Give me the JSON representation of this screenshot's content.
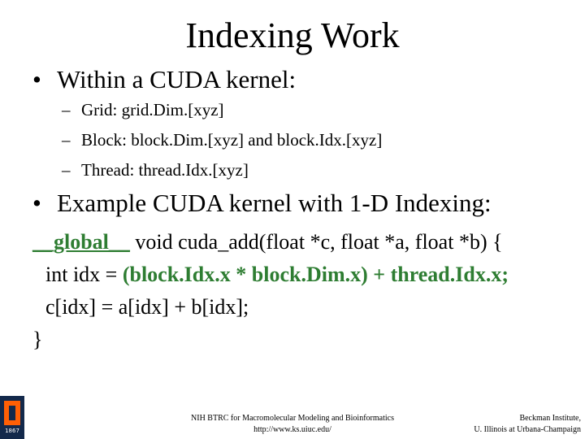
{
  "title": "Indexing Work",
  "bullets": [
    {
      "text": "Within a CUDA kernel:",
      "sub": [
        "Grid: grid.Dim.[xyz]",
        "Block: block.Dim.[xyz] and block.Idx.[xyz]",
        "Thread: thread.Idx.[xyz]"
      ]
    },
    {
      "text": "Example CUDA kernel with 1-D Indexing:"
    }
  ],
  "code": {
    "line1_keyword": "__global__",
    "line1_rest": " void cuda_add(float *c, float *a, float *b) {",
    "line2_prefix": "int idx = ",
    "line2_highlight": "(block.Idx.x * block.Dim.x) + thread.Idx.x;",
    "line3": "c[idx] = a[idx] + b[idx];",
    "line4": "}"
  },
  "footer": {
    "center_line1": "NIH BTRC for Macromolecular Modeling and Bioinformatics",
    "center_line2": "http://www.ks.uiuc.edu/",
    "right_line1": "Beckman Institute,",
    "right_line2": "U. Illinois at Urbana-Champaign"
  },
  "logo": {
    "year": "1867",
    "icon": "university-block-i-logo"
  },
  "colors": {
    "code_highlight": "#2e7d32",
    "logo_navy": "#13294b",
    "logo_orange": "#ff5f05"
  }
}
